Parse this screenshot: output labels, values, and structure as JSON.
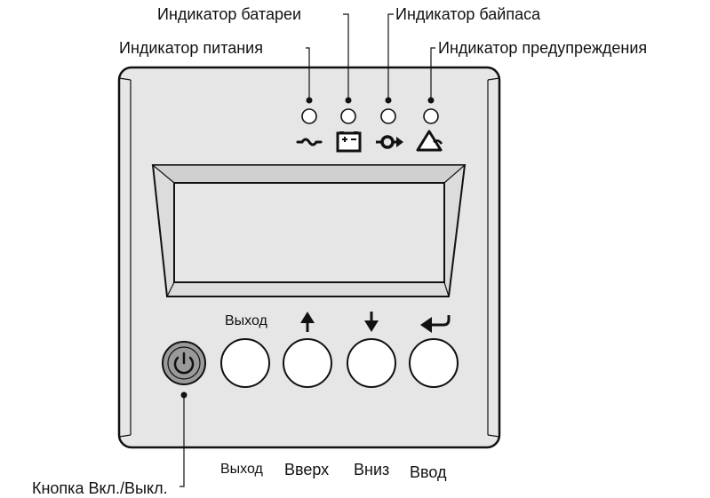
{
  "indicators": {
    "power_label": "Индикатор питания",
    "battery_label": "Индикатор батареи",
    "bypass_label": "Индикатор байпаса",
    "warning_label": "Индикатор предупреждения",
    "icons": [
      "ac-power-icon",
      "battery-icon",
      "bypass-icon",
      "warning-icon"
    ]
  },
  "buttons": {
    "escape_top_label": "Выход",
    "escape_label": "Выход",
    "up_label": "Вверх",
    "down_label": "Вниз",
    "enter_label": "Ввод",
    "onoff_label": "Кнопка Вкл./Выкл."
  },
  "colors": {
    "panel_fill": "#e6e6e6",
    "onoff_fill": "#9a9a9a",
    "line": "#111111"
  }
}
